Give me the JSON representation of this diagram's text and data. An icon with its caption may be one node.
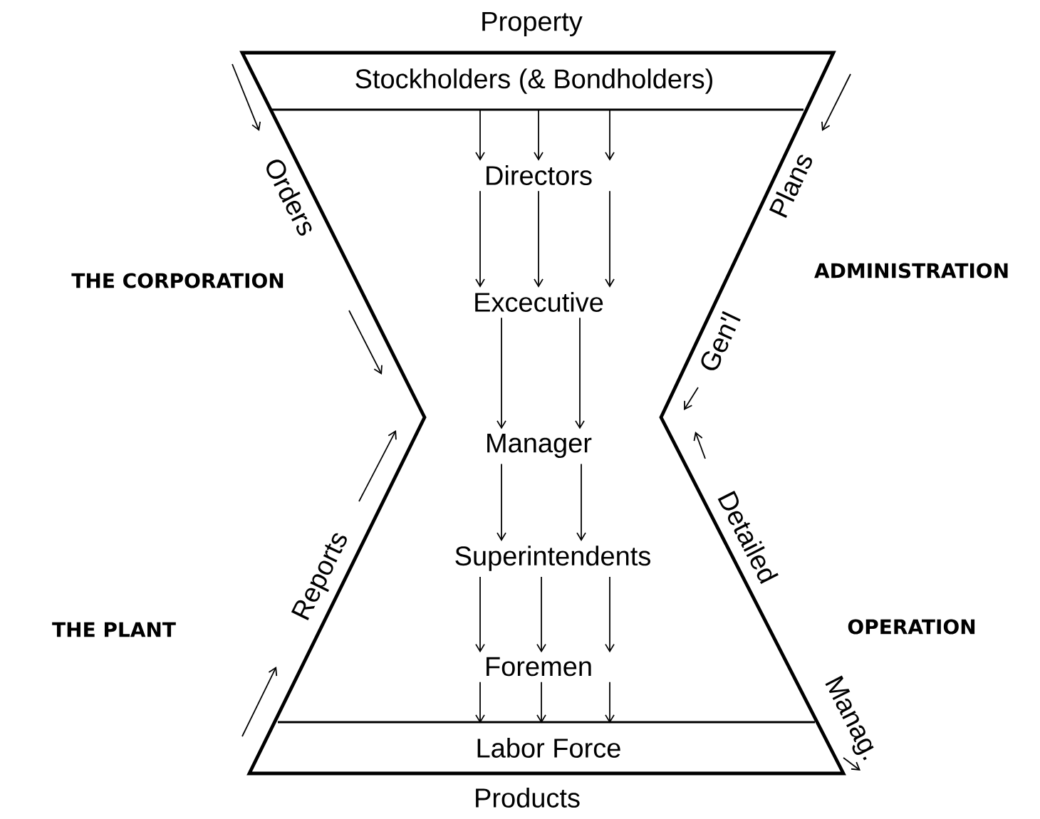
{
  "diagram": {
    "nodes": [
      {
        "text": [
          "Stockholders (& Bondholders)"
        ]
      },
      {
        "text": [
          "Directors"
        ]
      },
      {
        "text": [
          "Excecutive"
        ]
      },
      {
        "text": [
          "Manager"
        ]
      },
      {
        "text": [
          "Superintendents"
        ]
      },
      {
        "text": [
          "Foremen"
        ]
      },
      {
        "text": [
          "Labor Force"
        ]
      }
    ],
    "edges": [
      {
        "from": 0,
        "to": 1,
        "arrow": "to"
      },
      {
        "from": 0,
        "to": 1,
        "arrow": "to"
      },
      {
        "from": 0,
        "to": 1,
        "arrow": "to"
      },
      {
        "from": 1,
        "to": 2,
        "arrow": "to"
      },
      {
        "from": 1,
        "to": 2,
        "arrow": "to"
      },
      {
        "from": 1,
        "to": 2,
        "arrow": "to"
      },
      {
        "from": 2,
        "to": 3,
        "arrow": "to"
      },
      {
        "from": 2,
        "to": 3,
        "arrow": "to"
      },
      {
        "from": 3,
        "to": 4,
        "arrow": "to"
      },
      {
        "from": 3,
        "to": 4,
        "arrow": "to"
      },
      {
        "from": 4,
        "to": 5,
        "arrow": "to"
      },
      {
        "from": 4,
        "to": 5,
        "arrow": "to"
      },
      {
        "from": 4,
        "to": 5,
        "arrow": "to"
      },
      {
        "from": 5,
        "to": 6,
        "arrow": "to"
      },
      {
        "from": 5,
        "to": 6,
        "arrow": "to"
      },
      {
        "from": 5,
        "to": 6,
        "arrow": "to"
      }
    ],
    "labels": [
      "Property",
      "Orders",
      "THE CORPORATION",
      "Plans",
      "ADMINISTRATION",
      "Gen'l",
      "Reports",
      "Detailed",
      "THE PLANT",
      "OPERATION",
      "Manag.",
      "Products"
    ]
  }
}
